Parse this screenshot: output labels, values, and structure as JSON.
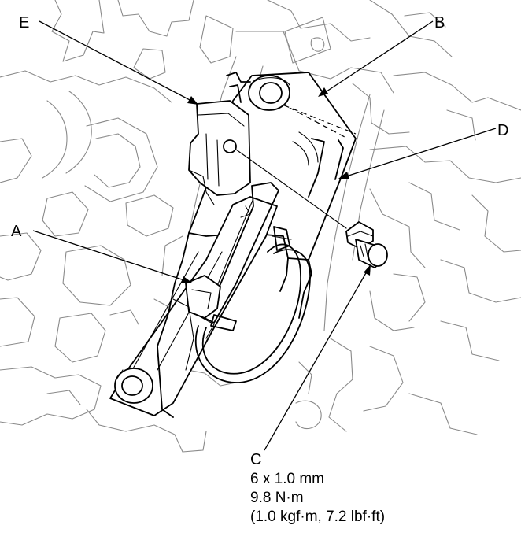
{
  "callouts": {
    "a": "A",
    "b": "B",
    "c": "C",
    "d": "D",
    "e": "E"
  },
  "bolt_spec": {
    "size": "6 x 1.0 mm",
    "torque_nm": "9.8 N·m",
    "torque_alt": "(1.0 kgf·m, 7.2 lbf·ft)"
  }
}
